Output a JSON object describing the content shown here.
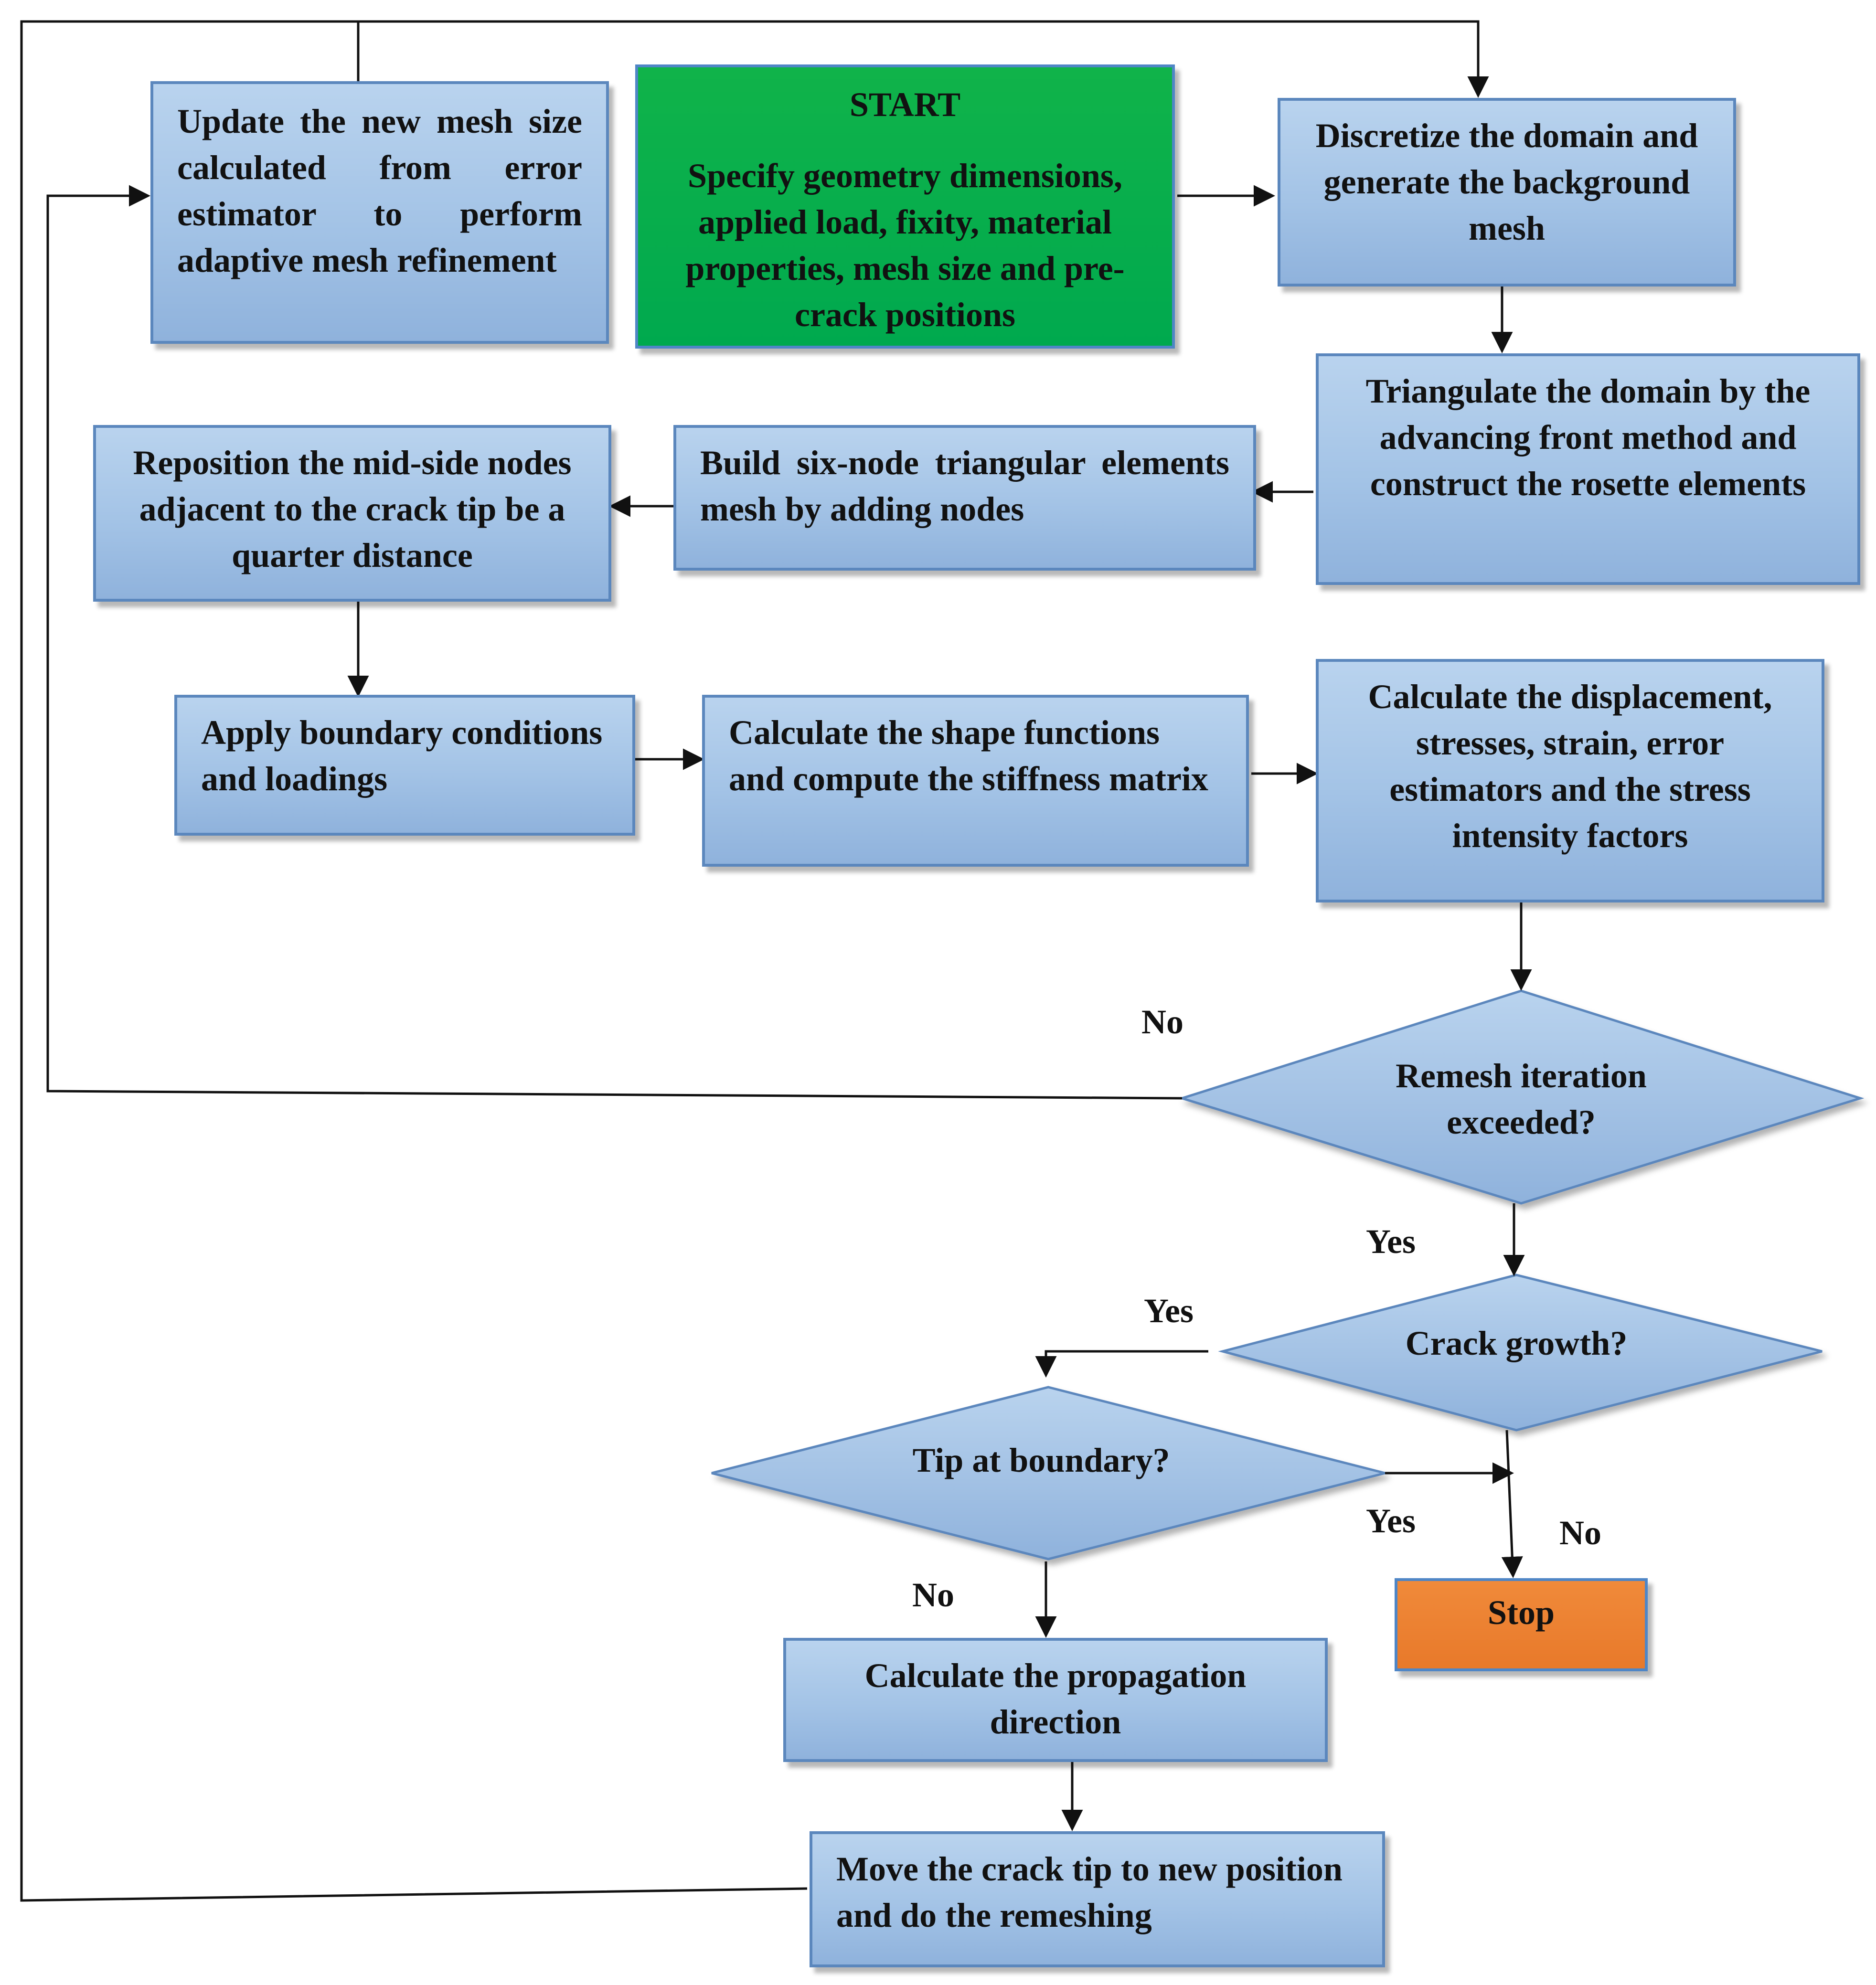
{
  "start": {
    "title": "START",
    "text": "Specify geometry dimensions, applied load, fixity, material properties, mesh size and pre-crack positions"
  },
  "steps": {
    "update_mesh": "Update the new mesh size calculated from error estimator to perform adaptive mesh refinement",
    "discretize": "Discretize the domain and generate the background mesh",
    "triangulate": "Triangulate the domain by the advancing front method and construct the rosette elements",
    "build_mesh": "Build six-node triangular elements mesh by adding nodes",
    "reposition": "Reposition the mid-side nodes adjacent to the crack tip be a quarter distance",
    "boundary": "Apply boundary conditions and loadings",
    "shape_functions": "Calculate the shape functions and compute the stiffness matrix",
    "calculate": "Calculate the displacement, stresses, strain, error estimators and the stress intensity factors",
    "propagation": "Calculate the propagation direction",
    "move_tip": "Move the crack tip to new position and do the remeshing"
  },
  "decisions": {
    "remesh": "Remesh iteration exceeded?",
    "crack_growth": "Crack growth?",
    "tip_boundary": "Tip at boundary?"
  },
  "stop": "Stop",
  "labels": {
    "remesh_no": "No",
    "remesh_yes": "Yes",
    "growth_yes": "Yes",
    "growth_no": "No",
    "tip_yes": "Yes",
    "tip_no": "No"
  },
  "colors": {
    "step_fill": "#a3c3e6",
    "step_border": "#5b87bd",
    "start_fill": "#00a94e",
    "stop_fill": "#e8792a",
    "line": "#111111"
  }
}
